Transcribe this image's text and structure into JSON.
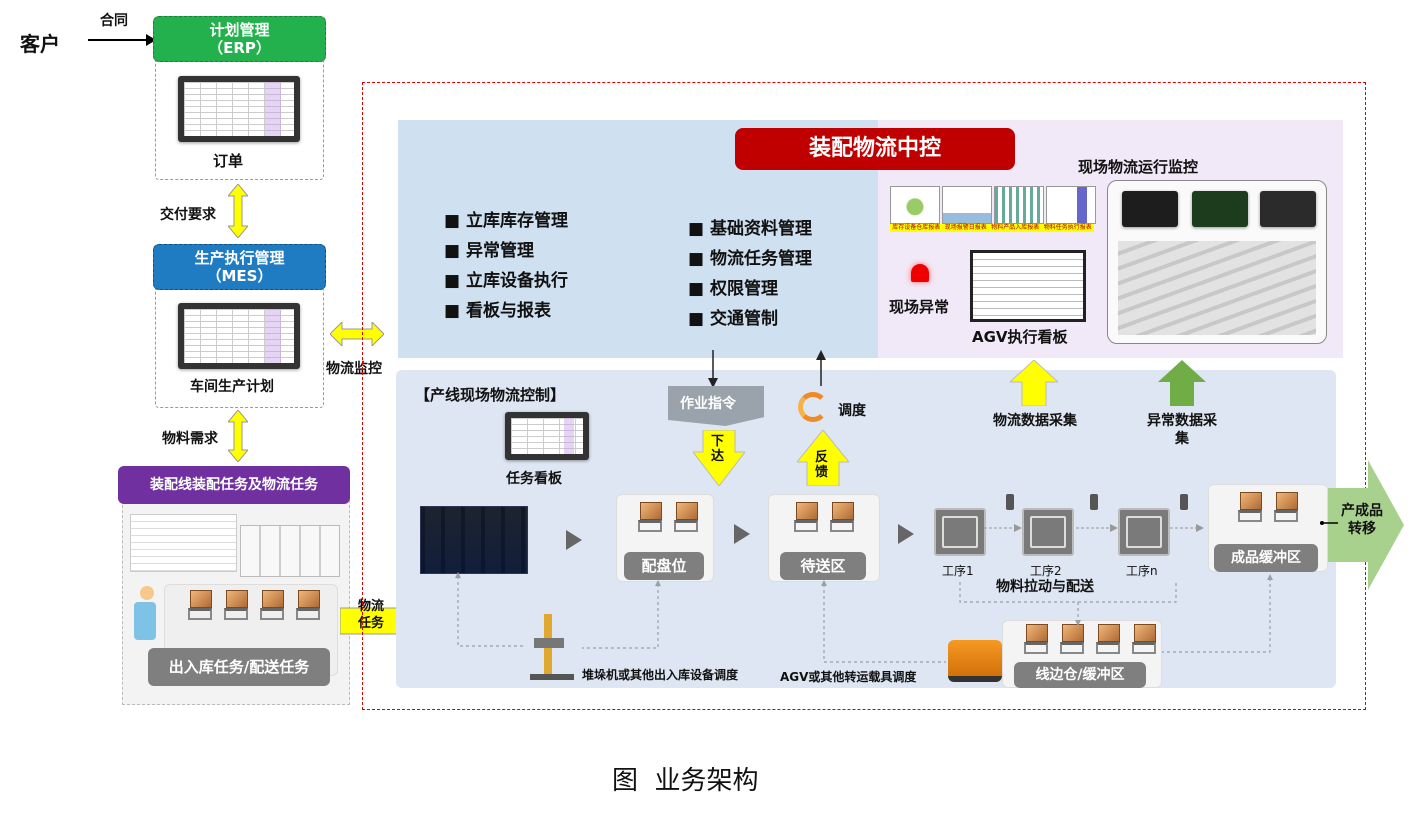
{
  "customer": {
    "label": "客户",
    "contract": "合同"
  },
  "erp": {
    "title": "计划管理",
    "sub": "（ERP）",
    "screen_label": "订单"
  },
  "delivery_req": "交付要求",
  "mes": {
    "title": "生产执行管理",
    "sub": "（MES）",
    "screen_label": "车间生产计划"
  },
  "material_req": "物料需求",
  "assembly_tasks": {
    "title": "装配线装配任务及物流任务",
    "inout_label": "出入库任务/配送任务"
  },
  "logistics_monitor": "物流监控",
  "logistics_task": "物流\n任务",
  "central": {
    "title": "装配物流中控",
    "col1": [
      "立库库存管理",
      "异常管理",
      "立库设备执行",
      "看板与报表"
    ],
    "col2": [
      "基础资料管理",
      "物流任务管理",
      "权限管理",
      "交通管制"
    ],
    "onsite_exception": "现场异常",
    "agv_board": "AGV执行看板",
    "onsite_monitor": "现场物流运行监控",
    "tab_labels": [
      "库存设备仓库报表",
      "现场报警日报表",
      "物料产品入库报表",
      "物料任务执行报表"
    ]
  },
  "field": {
    "title": "【产线现场物流控制】",
    "task_board": "任务看板",
    "work_order": "作业指令",
    "down": "下达",
    "feedback": "反馈",
    "dispatch": "调度",
    "data_collect": "物流数据采集",
    "exception_collect": "异常数据采集",
    "pallet_pos": "配盘位",
    "waiting_area": "待送区",
    "station1": "工序1",
    "station2": "工序2",
    "stationn": "工序n",
    "pull_delivery": "物料拉动与配送",
    "finished_buffer": "成品缓冲区",
    "product_transfer": "产成品转移",
    "stacker": "堆垛机或其他出入库设备调度",
    "agv": "AGV或其他转运载具调度",
    "lineside": "线边仓/缓冲区"
  },
  "caption": "图  业务架构",
  "colors": {
    "erp": "#22b14c",
    "mes": "#1f7bc2",
    "assembly": "#7030a0",
    "central": "#c00000",
    "yellow": "#ffff00",
    "green_arrow": "#70ad47"
  }
}
